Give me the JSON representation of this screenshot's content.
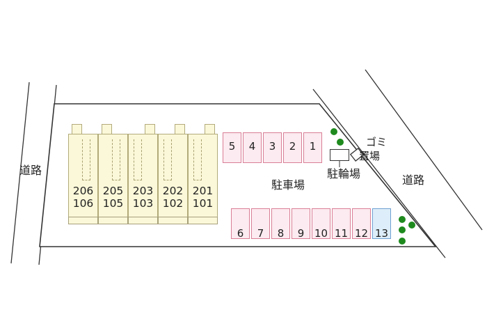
{
  "labels": {
    "road_left": "道路",
    "road_right": "道路",
    "parking": "駐車場",
    "bicycle_parking": "駐輪場",
    "garbage_line1": "ゴミ",
    "garbage_line2": "置場"
  },
  "units": [
    {
      "upper": "206",
      "lower": "106"
    },
    {
      "upper": "205",
      "lower": "105"
    },
    {
      "upper": "203",
      "lower": "103"
    },
    {
      "upper": "202",
      "lower": "102"
    },
    {
      "upper": "201",
      "lower": "101"
    }
  ],
  "parking_top": [
    "5",
    "4",
    "3",
    "2",
    "1"
  ],
  "parking_bottom": [
    "6",
    "7",
    "8",
    "9",
    "10",
    "11",
    "12",
    "13"
  ],
  "colors": {
    "building_fill": "#fbf8d9",
    "stall_fill": "#fcebf0",
    "stall_border": "#d97e96",
    "highlight_stall_fill": "#ddeefa",
    "tree": "#1e8a1e"
  }
}
